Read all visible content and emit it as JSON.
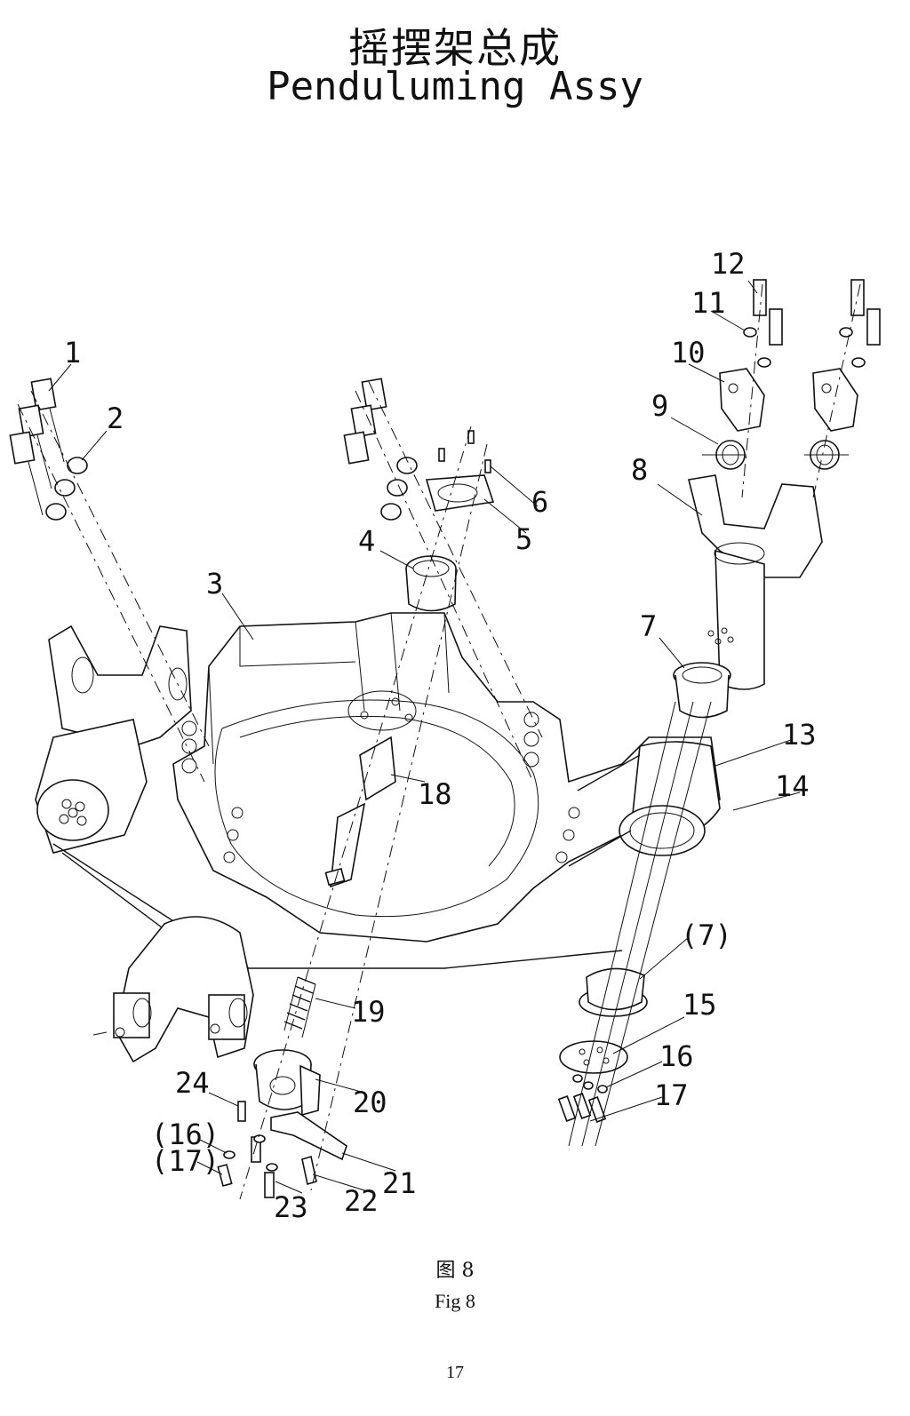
{
  "title": {
    "chinese": "摇摆架总成",
    "english": "Penduluming Assy"
  },
  "callouts": [
    {
      "id": "c1",
      "text": "1"
    },
    {
      "id": "c2",
      "text": "2"
    },
    {
      "id": "c3",
      "text": "3"
    },
    {
      "id": "c4",
      "text": "4"
    },
    {
      "id": "c5",
      "text": "5"
    },
    {
      "id": "c6",
      "text": "6"
    },
    {
      "id": "c7",
      "text": "7"
    },
    {
      "id": "c7b",
      "text": "(7)"
    },
    {
      "id": "c8",
      "text": "8"
    },
    {
      "id": "c9",
      "text": "9"
    },
    {
      "id": "c10",
      "text": "10"
    },
    {
      "id": "c11",
      "text": "11"
    },
    {
      "id": "c12",
      "text": "12"
    },
    {
      "id": "c13",
      "text": "13"
    },
    {
      "id": "c14",
      "text": "14"
    },
    {
      "id": "c15",
      "text": "15"
    },
    {
      "id": "c16",
      "text": "16"
    },
    {
      "id": "c16b",
      "text": "(16)"
    },
    {
      "id": "c17",
      "text": "17"
    },
    {
      "id": "c17b",
      "text": "(17)"
    },
    {
      "id": "c18",
      "text": "18"
    },
    {
      "id": "c19",
      "text": "19"
    },
    {
      "id": "c20",
      "text": "20"
    },
    {
      "id": "c21",
      "text": "21"
    },
    {
      "id": "c22",
      "text": "22"
    },
    {
      "id": "c23",
      "text": "23"
    },
    {
      "id": "c24",
      "text": "24"
    }
  ],
  "caption": {
    "chinese": "图 8",
    "english": "Fig 8"
  },
  "page_number": "17"
}
